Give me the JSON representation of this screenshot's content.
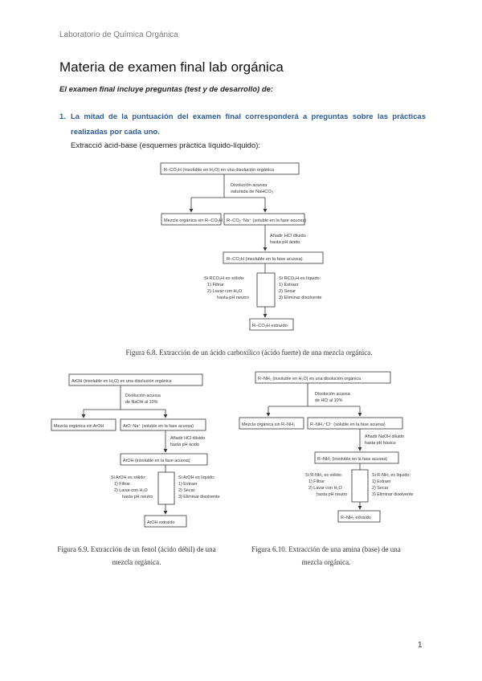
{
  "header": "Laboratorio de Química Orgánica",
  "title": "Materia de examen final lab orgánica",
  "intro": "El examen final incluye preguntas (test y de desarrollo) de:",
  "item": {
    "number": "1.",
    "text": "La mitad de la puntuación del examen final corresponderá a preguntas sobre las prácticas realizadas por cada uno."
  },
  "subheading": "Extracció àcid-base (esquemes pràctica líquido-líquido):",
  "diagram_acid": {
    "top": "R−CO₂H (insoluble en H₂O) en una disolución orgánica",
    "reagent": [
      "Disolución acuosa",
      "saturada de NaHCO₃"
    ],
    "left_box": "Mezcla orgánica sin R−CO₂H",
    "right_box": "R−CO₂⁻Na⁺ (soluble en la fase acuosa)",
    "acidify": [
      "Añadir HCl diluido",
      "hasta pH ácido"
    ],
    "middle_box": "R−CO₂H (insoluble en la fase acuosa)",
    "solid": [
      "Si RCO₂H es sólido:",
      "1) Filtrar",
      "2) Lavar con H₂O",
      "hasta pH neutro"
    ],
    "liquid": [
      "Si RCO₂H es líquido:",
      "1) Extraer",
      "2) Secar",
      "3) Eliminar disolvente"
    ],
    "bottom_box": "R−CO₂H extraído",
    "caption": "Figura 6.8. Extracción de un ácido carboxílico (ácido fuerte) de una mezcla orgánica."
  },
  "diagram_phenol": {
    "top": "ArOH (insoluble en H₂O) en una disolución orgánica",
    "reagent": [
      "Disolución acuosa",
      "de NaOH al 10%"
    ],
    "left_box": "Mezcla orgánica sin ArOH",
    "right_box": "ArO⁻Na⁺ (soluble en la fase acuosa)",
    "acidify": [
      "Añadir HCl diluido",
      "hasta pH ácido"
    ],
    "middle_box": "ArOH (insoluble en la fase acuosa)",
    "solid": [
      "Si ArOH es sólido:",
      "1) Filtrar",
      "2) Lavar con H₂O",
      "hasta pH neutro"
    ],
    "liquid": [
      "Si ArOH es líquido:",
      "1) Extraer",
      "2) Secar",
      "3) Eliminar disolvente"
    ],
    "bottom_box": "ArOH extraído",
    "caption": [
      "Figura 6.9. Extracción de un fenol (ácido débil) de una",
      "mezcla orgánica."
    ]
  },
  "diagram_amine": {
    "top": "R−NH₂ (insoluble en H₂O) en una disolución orgánica",
    "reagent": [
      "Disolución acuosa",
      "de HCl al 10%"
    ],
    "left_box": "Mezcla orgánica sin R−NH₂",
    "right_box": "R−NH₃⁺Cl⁻ (soluble en la fase acuosa)",
    "acidify": [
      "Añadir NaOH diluido",
      "hasta pH básico"
    ],
    "middle_box": "R−NH₂ (insoluble en la fase acuosa)",
    "solid": [
      "Si R-NH₂ es sólido:",
      "1) Filtrar",
      "2) Lavar con H₂O",
      "hasta pH neutro"
    ],
    "liquid": [
      "Si R-NH₂ es líquido:",
      "1) Extraer",
      "2) Secar",
      "3) Eliminar disolvente"
    ],
    "bottom_box": "R−NH₂ extraído",
    "caption": [
      "Figura 6.10. Extracción de una amina (base) de una",
      "mezcla orgánica."
    ]
  },
  "page_number": "1"
}
